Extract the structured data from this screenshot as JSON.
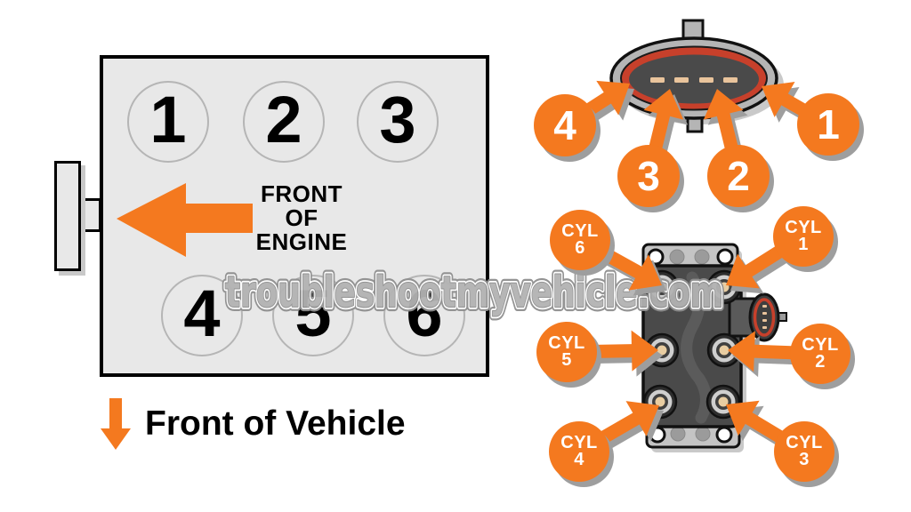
{
  "watermark": {
    "text": "troubleshootmyvehicle.com"
  },
  "colors": {
    "orange": "#f4791f",
    "shadow": "#9e9e9e",
    "panel": "#e8e8e8",
    "red_ring": "#c7402b",
    "part_gray": "#b5b5b5",
    "coil_dark_gray": "#4a4a4a",
    "pin_tan": "#e9c49c"
  },
  "engine_view": {
    "cylinders": [
      "1",
      "2",
      "3",
      "4",
      "5",
      "6"
    ],
    "front_of_engine": {
      "lines": [
        "FRONT",
        "OF",
        "ENGINE"
      ]
    },
    "front_of_vehicle": "Front of Vehicle"
  },
  "connector_view": {
    "pin_labels": [
      "4",
      "3",
      "2",
      "1"
    ]
  },
  "coil_pack_view": {
    "labels": [
      {
        "prefix": "CYL",
        "number": "6"
      },
      {
        "prefix": "CYL",
        "number": "1"
      },
      {
        "prefix": "CYL",
        "number": "5"
      },
      {
        "prefix": "CYL",
        "number": "2"
      },
      {
        "prefix": "CYL",
        "number": "4"
      },
      {
        "prefix": "CYL",
        "number": "3"
      }
    ]
  }
}
